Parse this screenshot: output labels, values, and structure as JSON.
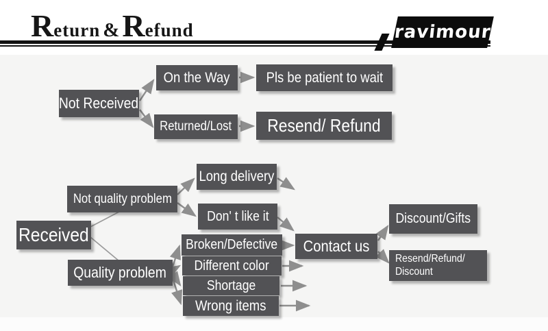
{
  "header": {
    "title": {
      "r1": "R",
      "rest1": "eturn",
      "amp": "&",
      "r2": "R",
      "rest2": "efund"
    },
    "brand": "ravimour"
  },
  "flowchart": {
    "nodes": {
      "not_received": "Not Received",
      "on_the_way": "On the Way",
      "pls_be_patient": "Pls be patient to wait",
      "returned_lost": "Returned/Lost",
      "resend_refund": "Resend/ Refund",
      "received": "Received",
      "not_quality_problem": "Not quality problem",
      "long_delivery": "Long delivery",
      "dont_like_it": "Don' t like it",
      "quality_problem": "Quality problem",
      "broken_defective": "Broken/Defective",
      "different_color": "Different color",
      "shortage": "Shortage",
      "wrong_items": "Wrong items",
      "contact_us": "Contact us",
      "discount_gifts": "Discount/Gifts",
      "resend_refund_discount_l1": "Resend/Refund/",
      "resend_refund_discount_l2": "Discount"
    },
    "colors": {
      "node_bg": "#525255",
      "arrow": "#8e8e8e",
      "header_black": "#121212"
    }
  }
}
